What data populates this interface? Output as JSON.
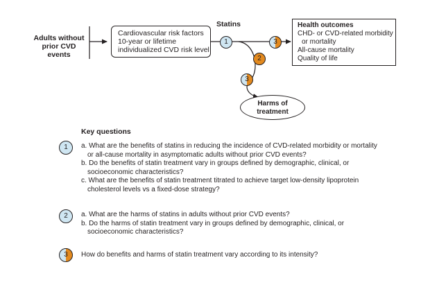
{
  "diagram": {
    "population": [
      "Adults without",
      "prior CVD events"
    ],
    "risk_factors": [
      "Cardiovascular risk factors",
      "10-year or lifetime",
      "individualized CVD risk level"
    ],
    "statins_label": "Statins",
    "outcomes_title": "Health outcomes",
    "outcomes": [
      "CHD- or CVD-related morbidity",
      "or mortality",
      "All-cause mortality",
      "Quality of life"
    ],
    "harms": [
      "Harms of",
      "treatment"
    ],
    "badge_1": "1",
    "badge_2": "2",
    "badge_3": "3"
  },
  "key_questions": {
    "title": "Key questions",
    "q1_number": "1",
    "q1_lines": [
      "a. What are the benefits of statins in reducing the incidence of CVD-related morbidity or mortality",
      "or all-cause mortality in  asymptomatic adults without prior CVD events?",
      "b. Do the benefits of statin treatment vary in groups defined by demographic, clinical, or",
      "socioeconomic characteristics?",
      "c. What are the benefits of statin treatment titrated to achieve target low-density lipoprotein",
      "cholesterol levels vs a fixed-dose strategy?"
    ],
    "q2_number": "2",
    "q2_lines": [
      "a. What are the harms of statins in adults without prior CVD events?",
      "b. Do the harms of statin treatment vary in groups defined by demographic, clinical, or",
      "socioeconomic characteristics?"
    ],
    "q3_number": "3",
    "q3_text": "How do benefits and harms of statin treatment vary according to its intensity?"
  },
  "colors": {
    "blue": "#cfe6f2",
    "orange": "#e38a1f",
    "line": "#231f20"
  }
}
